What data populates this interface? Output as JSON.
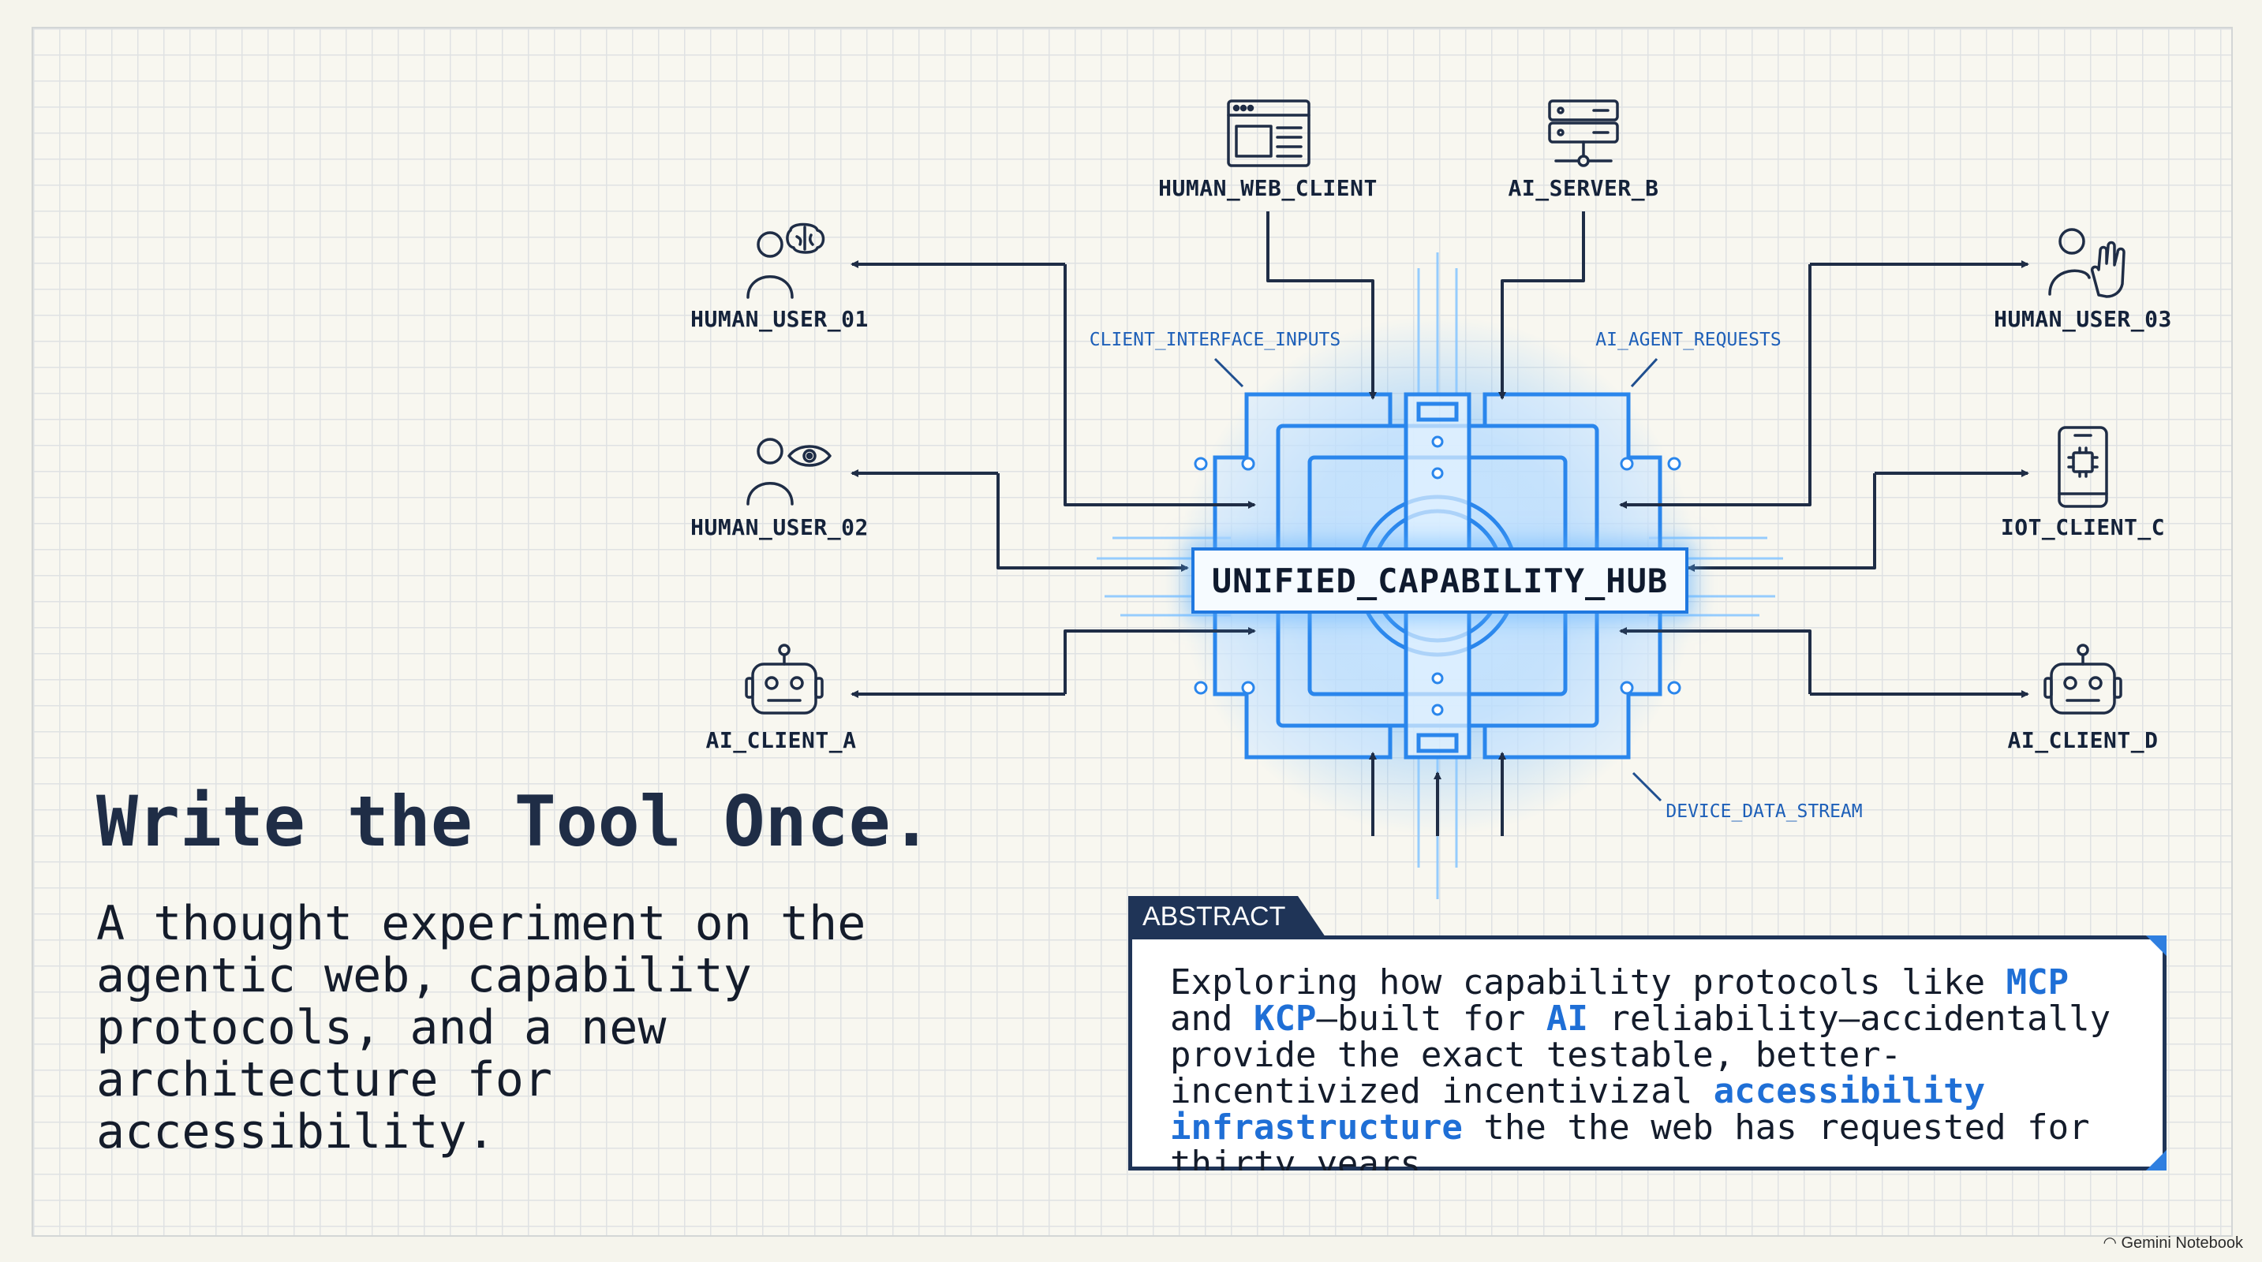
{
  "nodes": {
    "human_user_01": "HUMAN_USER_01",
    "human_user_02": "HUMAN_USER_02",
    "ai_client_a": "AI_CLIENT_A",
    "human_web_client": "HUMAN_WEB_CLIENT",
    "ai_server_b": "AI_SERVER_B",
    "human_user_03": "HUMAN_USER_03",
    "iot_client_c": "IOT_CLIENT_C",
    "ai_client_d": "AI_CLIENT_D"
  },
  "streams": {
    "client_interface_inputs": "CLIENT_INTERFACE_INPUTS",
    "ai_agent_requests": "AI_AGENT_REQUESTS",
    "device_data_stream": "DEVICE_DATA_STREAM"
  },
  "hub": {
    "label": "UNIFIED_CAPABILITY_HUB"
  },
  "headline": "Write the Tool Once.",
  "subline": "A thought experiment on the agentic web, capability protocols, and a new architecture for accessibility.",
  "abstract": {
    "tab_label": "ABSTRACT",
    "text_before_mcp": "Exploring how capability protocols like ",
    "mcp": "MCP",
    "text_after_mcp": " and",
    "kcp": "KCP",
    "text_after_kcp": "—built for ",
    "ai": "AI",
    "text_after_ai": " reliability—accidentally provide the exact testable, better-incentivized incentivizal ",
    "accessibility_infrastructure": "accessibility infrastructure",
    "text_end": " the the web has requested for thirty years."
  },
  "watermark": "Gemini Notebook",
  "colors": {
    "navy": "#1f3457",
    "accent_blue": "#1f6fd6",
    "hub_glow": "#5aafff",
    "background": "#f5f4ec"
  },
  "icons": {
    "human_user_01": "person-brain-icon",
    "human_user_02": "person-eye-icon",
    "ai_client_a": "robot-icon",
    "human_web_client": "browser-window-icon",
    "ai_server_b": "server-stack-icon",
    "human_user_03": "person-hand-icon",
    "iot_client_c": "iot-device-icon",
    "ai_client_d": "robot-icon"
  }
}
